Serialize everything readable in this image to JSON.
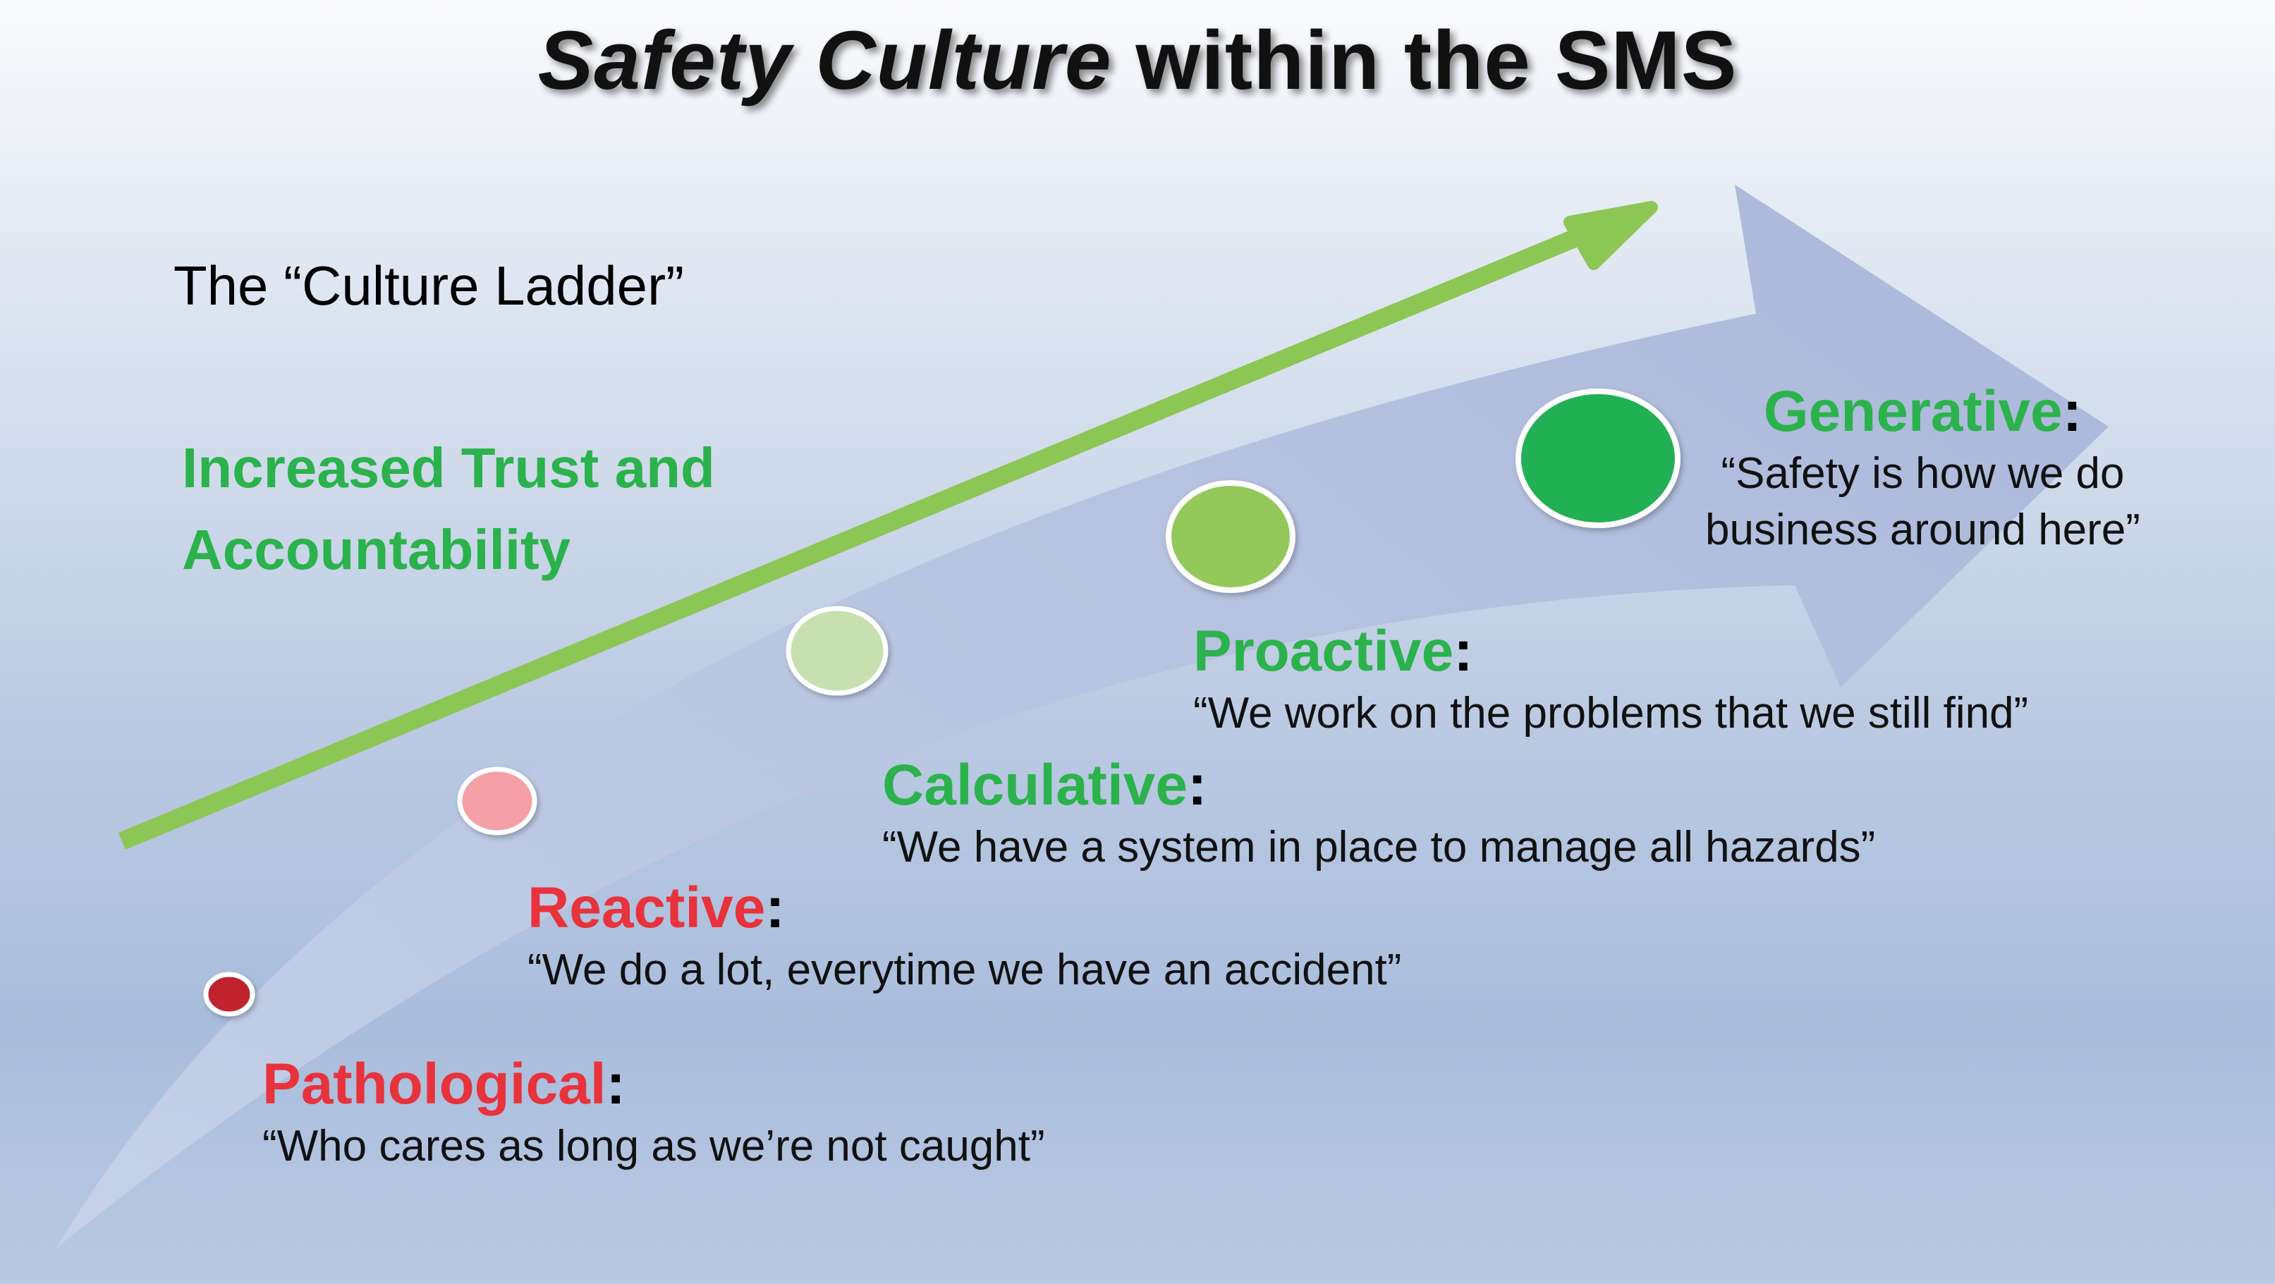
{
  "title": {
    "part_italic": "Safety Culture",
    "part_normal": " within the SMS"
  },
  "subtitle": "The “Culture Ladder”",
  "trust_label": {
    "line1": "Increased Trust and",
    "line2": "Accountability"
  },
  "stages": [
    {
      "name": "Pathological",
      "colon": ":",
      "quote": "“Who cares as long as we’re not caught”",
      "color": "#e8323c"
    },
    {
      "name": "Reactive",
      "colon": ":",
      "quote": "“We do a lot, everytime we have an accident”",
      "color": "#e8323c"
    },
    {
      "name": "Calculative",
      "colon": ":",
      "quote": "“We have a system in place to manage all hazards”",
      "color": "#2bb24c"
    },
    {
      "name": "Proactive",
      "colon": ":",
      "quote": "“We work on the problems that we still find”",
      "color": "#2bb24c"
    },
    {
      "name": "Generative",
      "colon": ":",
      "quote_line1": "“Safety is how we do",
      "quote_line2": "business around here”",
      "color": "#2bb24c"
    }
  ],
  "colors": {
    "dot_pathological": "#c0202e",
    "dot_reactive": "#f4a0a6",
    "dot_calculative": "#c8e0b0",
    "dot_proactive": "#92c95a",
    "dot_generative": "#23b055",
    "trust_arrow": "#8cc655",
    "big_arrow": "#a9b6d9"
  }
}
